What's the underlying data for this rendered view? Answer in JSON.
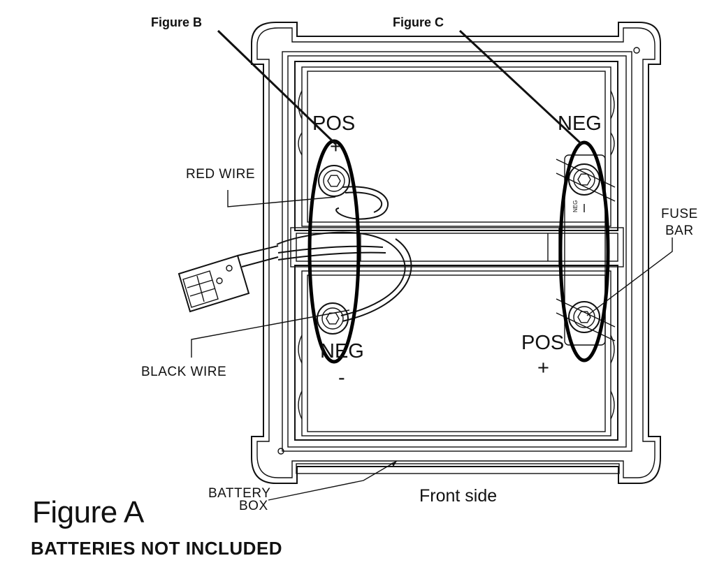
{
  "labels": {
    "figure_b": "Figure B",
    "figure_c": "Figure C",
    "top_left_terminal": "POS",
    "top_left_sign": "+",
    "top_right_terminal": "NEG",
    "bottom_left_terminal": "NEG",
    "bottom_left_sign": "-",
    "bottom_right_terminal": "POS",
    "bottom_right_sign": "+",
    "red_wire": "RED WIRE",
    "black_wire": "BLACK WIRE",
    "fuse_bar_line1": "FUSE",
    "fuse_bar_line2": "BAR",
    "battery_box_line1": "BATTERY",
    "battery_box_line2": "BOX",
    "front_side": "Front side",
    "fuse_small_label": "NEG"
  },
  "caption": "Figure A",
  "notice": "BATTERIES NOT INCLUDED"
}
